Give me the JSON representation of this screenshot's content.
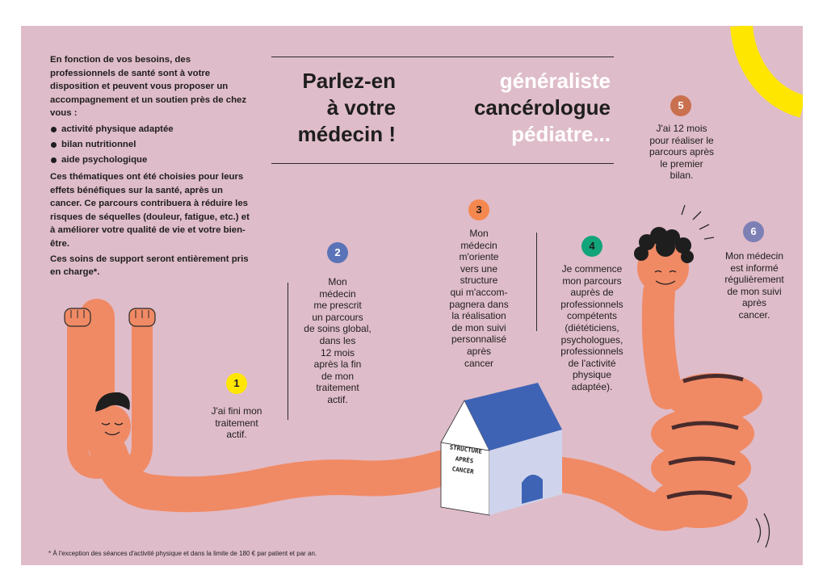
{
  "intro": {
    "lead": "En fonction de vos besoins, des professionnels de santé sont à votre disposition et peuvent vous proposer un accompagnement et un soutien près de chez vous :",
    "bullets": [
      "activité physique adaptée",
      "bilan nutritionnel",
      "aide psychologique"
    ],
    "para1": "Ces thématiques ont été choisies pour leurs effets bénéfiques sur la santé, après un cancer. Ce parcours contribuera à réduire les risques de séquelles (douleur, fatigue, etc.) et à améliorer votre qualité de vie et votre bien-être.",
    "para2": "Ces soins de support seront entièrement pris en charge*."
  },
  "heading": {
    "left_lines": [
      "Parlez-en",
      "à votre",
      "médecin !"
    ],
    "right_lines": [
      "généraliste",
      "cancérologue",
      "pédiatre..."
    ]
  },
  "steps": [
    {
      "number": "1",
      "color": "#ffe600",
      "text_color": "#1e1e1e",
      "lines": [
        "J'ai fini mon",
        "traitement",
        "actif."
      ]
    },
    {
      "number": "2",
      "color": "#5a73b8",
      "text_color": "#ffffff",
      "lines": [
        "Mon",
        "médecin",
        "me prescrit",
        "un parcours",
        "de soins global,",
        "dans les",
        "12 mois",
        "après la fin",
        "de mon",
        "traitement",
        "actif."
      ]
    },
    {
      "number": "3",
      "color": "#f5884f",
      "text_color": "#1e1e1e",
      "lines": [
        "Mon",
        "médecin",
        "m'oriente",
        "vers une",
        "structure",
        "qui m'accom-",
        "pagnera dans",
        "la réalisation",
        "de mon suivi",
        "personnalisé",
        "après",
        "cancer"
      ]
    },
    {
      "number": "4",
      "color": "#12a47a",
      "text_color": "#1e1e1e",
      "lines": [
        "Je commence",
        "mon parcours",
        "auprès de",
        "professionnels",
        "compétents",
        "(diététiciens,",
        "psychologues,",
        "professionnels",
        "de l'activité",
        "physique",
        "adaptée)."
      ]
    },
    {
      "number": "5",
      "color": "#c9704f",
      "text_color": "#ffffff",
      "lines": [
        "J'ai 12 mois",
        "pour réaliser le",
        "parcours après",
        "le premier",
        "bilan."
      ]
    },
    {
      "number": "6",
      "color": "#7d80b5",
      "text_color": "#ffffff",
      "lines": [
        "Mon médecin",
        "est informé",
        "régulièrement",
        "de mon suivi",
        "après",
        "cancer."
      ]
    }
  ],
  "house": {
    "lines": [
      "STRUCTURE",
      "APRÈS",
      "CANCER"
    ]
  },
  "footnote": "* À l'exception des séances d'activité physique et dans la limite de 180 € par patient et par an.",
  "colors": {
    "background": "#dfbcc9",
    "figure": "#f08a65",
    "roof": "#3e63b5",
    "house_wall": "#ffffff",
    "house_side": "#cfd4ec",
    "accent_yellow": "#ffe600"
  }
}
